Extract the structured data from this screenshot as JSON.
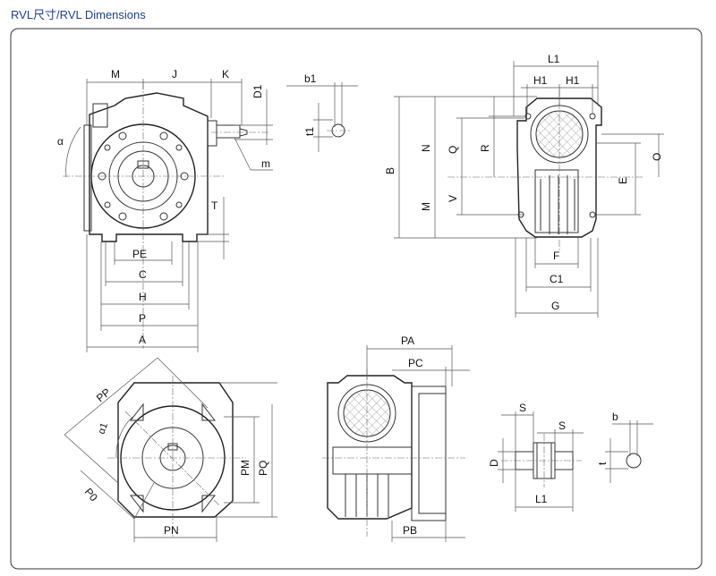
{
  "header": {
    "title": "RVL尺寸/RVL Dimensions"
  },
  "labels": {
    "M": "M",
    "J": "J",
    "K": "K",
    "D1": "D1",
    "alpha": "α",
    "m": "m",
    "T": "T",
    "PE": "PE",
    "C": "C",
    "H": "H",
    "P": "P",
    "A": "A",
    "b1": "b1",
    "t1": "t1",
    "L1": "L1",
    "H1a": "H1",
    "H1b": "H1",
    "B": "B",
    "N": "N",
    "Q": "Q",
    "R": "R",
    "Mside": "M",
    "V": "V",
    "O": "O",
    "E": "E",
    "F": "F",
    "C1": "C1",
    "G": "G",
    "PP": "PP",
    "alpha1": "α1",
    "P0": "P0",
    "PM": "PM",
    "PQ": "PQ",
    "PN": "PN",
    "PA": "PA",
    "PC": "PC",
    "PB": "PB",
    "S1": "S",
    "S2": "S",
    "Dshaft": "D",
    "L1shaft": "L1",
    "b": "b",
    "t": "t"
  },
  "colors": {
    "title": "#1f3f8f",
    "line": "#333333"
  }
}
